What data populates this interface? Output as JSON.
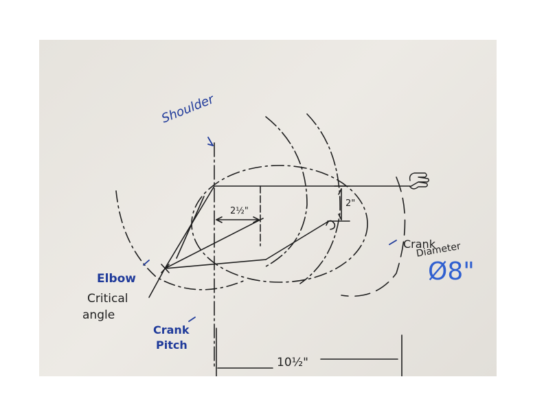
{
  "labels": {
    "shoulder": "Shoulder",
    "elbow": "Elbow",
    "critical_angle_line1": "Critical",
    "critical_angle_line2": "angle",
    "crank_pitch_line1": "Crank",
    "crank_pitch_line2": "Pitch",
    "crank_diameter_line1": "Crank",
    "crank_diameter_line2": "Diameter",
    "crank_diameter_value": "Ø8\"",
    "dim_offset": "2½\"",
    "dim_height": "2\"",
    "dim_reach": "10½\""
  },
  "colors": {
    "board": "#e6e3dd",
    "ink_black": "#1e1e1e",
    "ink_blue": "#1f3a9a",
    "ink_light_blue": "#2f5fd0"
  }
}
